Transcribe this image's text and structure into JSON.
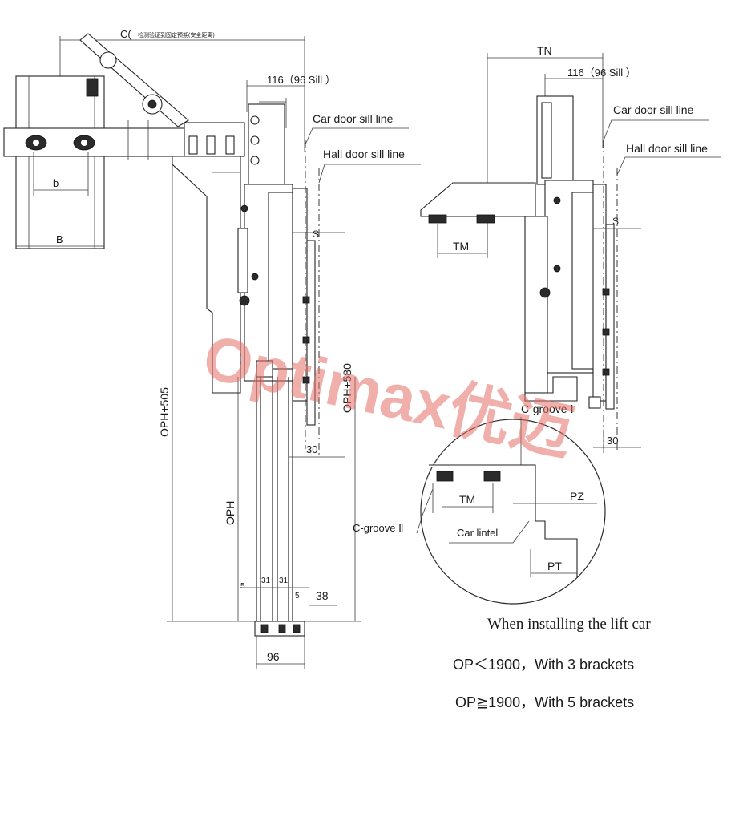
{
  "watermark": "Optimax优迈",
  "left_view": {
    "dim_c": "C(",
    "dim_c_note": "检测验证到固定预期(安全距离)",
    "dim_116_sill": "116（96 Sill  ）",
    "car_door_sill_line": "Car door sill line",
    "hall_door_sill_line": "Hall door sill line",
    "dim_b_small": "b",
    "dim_b": "B",
    "dim_s": "S",
    "dim_oph_505": "OPH+505",
    "dim_oph_580": "OPH+580",
    "dim_oph": "OPH",
    "dim_30": "30",
    "dim_31a": "31",
    "dim_31b": "31",
    "dim_5a": "5",
    "dim_5b": "5",
    "dim_38": "38",
    "dim_96": "96"
  },
  "right_view": {
    "dim_tn": "TN",
    "dim_116_sill": "116（96 Sill  ）",
    "car_door_sill_line": "Car door sill line",
    "hall_door_sill_line": "Hall door sill line",
    "dim_s": "S",
    "dim_tm": "TM",
    "dim_30": "30",
    "c_groove_1": "C-groove Ⅰ"
  },
  "detail": {
    "c_groove_2": "C-groove Ⅱ",
    "car_lintel": "Car lintel",
    "dim_tm": "TM",
    "dim_pz": "PZ",
    "dim_pt": "PT"
  },
  "notes": {
    "title": "When installing the lift car",
    "line1": "OP＜1900，With 3 brackets",
    "line2": "OP≧1900，With 5 brackets"
  }
}
